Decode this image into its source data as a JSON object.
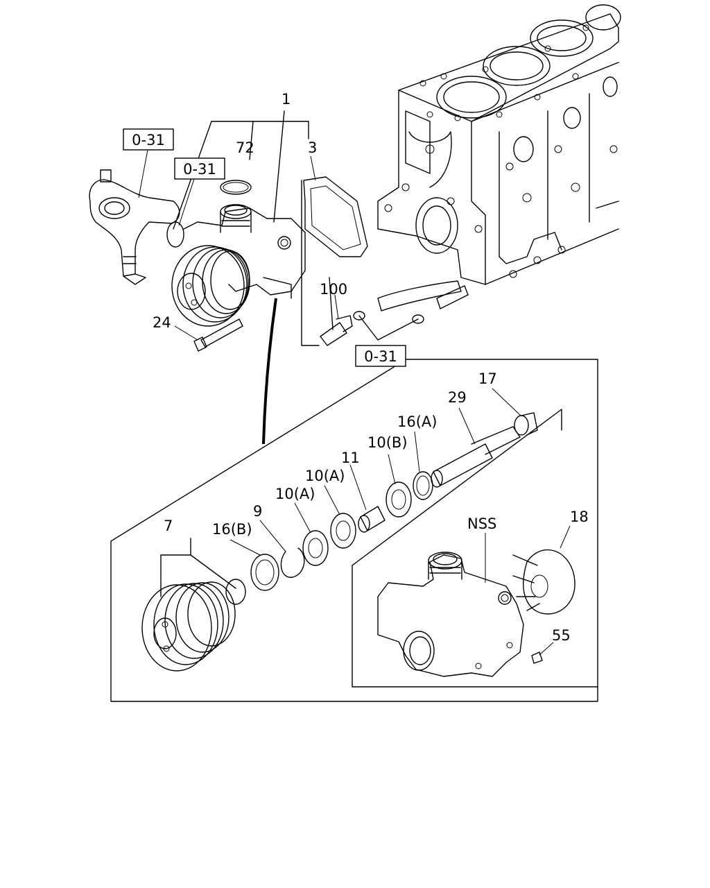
{
  "ref_boxes": [
    "0-31",
    "0-31",
    "0-31"
  ],
  "labels": {
    "p1": "1",
    "p72": "72",
    "p3": "3",
    "p100": "100",
    "p24": "24",
    "p17": "17",
    "p29": "29",
    "p16a": "16(A)",
    "p10b": "10(B)",
    "p11": "11",
    "p10a_1": "10(A)",
    "p10a_2": "10(A)",
    "p9": "9",
    "p16b": "16(B)",
    "p7": "7",
    "nss": "NSS",
    "p18": "18",
    "p55": "55"
  }
}
